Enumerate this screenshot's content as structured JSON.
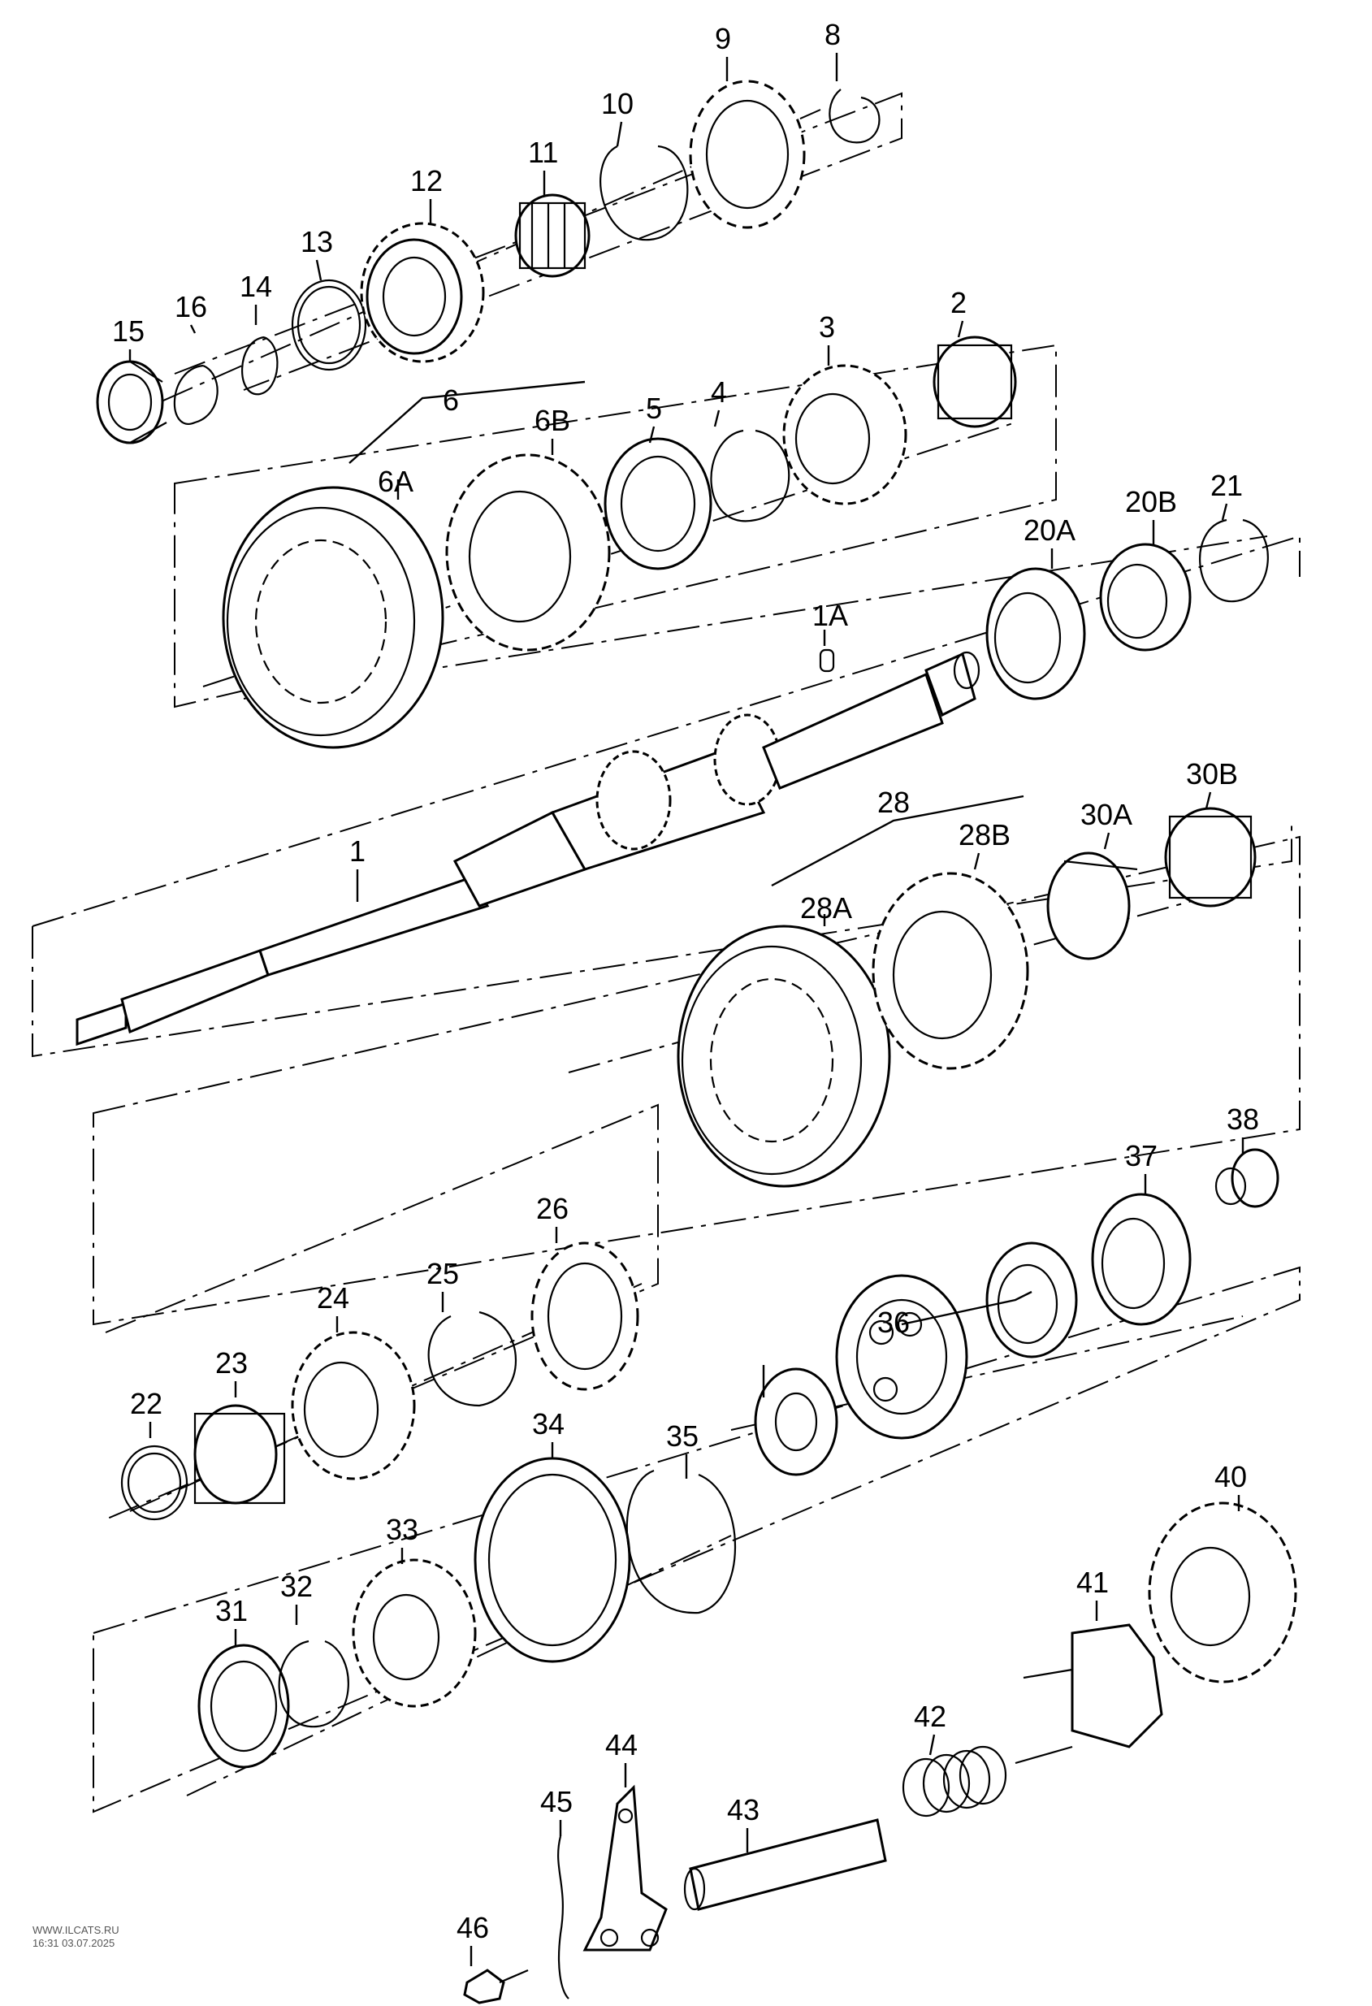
{
  "labels": [
    "1",
    "1A",
    "2",
    "3",
    "4",
    "5",
    "6",
    "6A",
    "6B",
    "8",
    "9",
    "10",
    "11",
    "12",
    "13",
    "14",
    "15",
    "16",
    "20A",
    "20B",
    "21",
    "22",
    "23",
    "24",
    "25",
    "26",
    "28",
    "28A",
    "28B",
    "30A",
    "30B",
    "31",
    "32",
    "33",
    "34",
    "35",
    "36",
    "37",
    "38",
    "40",
    "41",
    "42",
    "43",
    "44",
    "45",
    "46"
  ],
  "watermark": {
    "site": "WWW.ILCATS.RU",
    "timestamp": "16:31 03.07.2025"
  }
}
